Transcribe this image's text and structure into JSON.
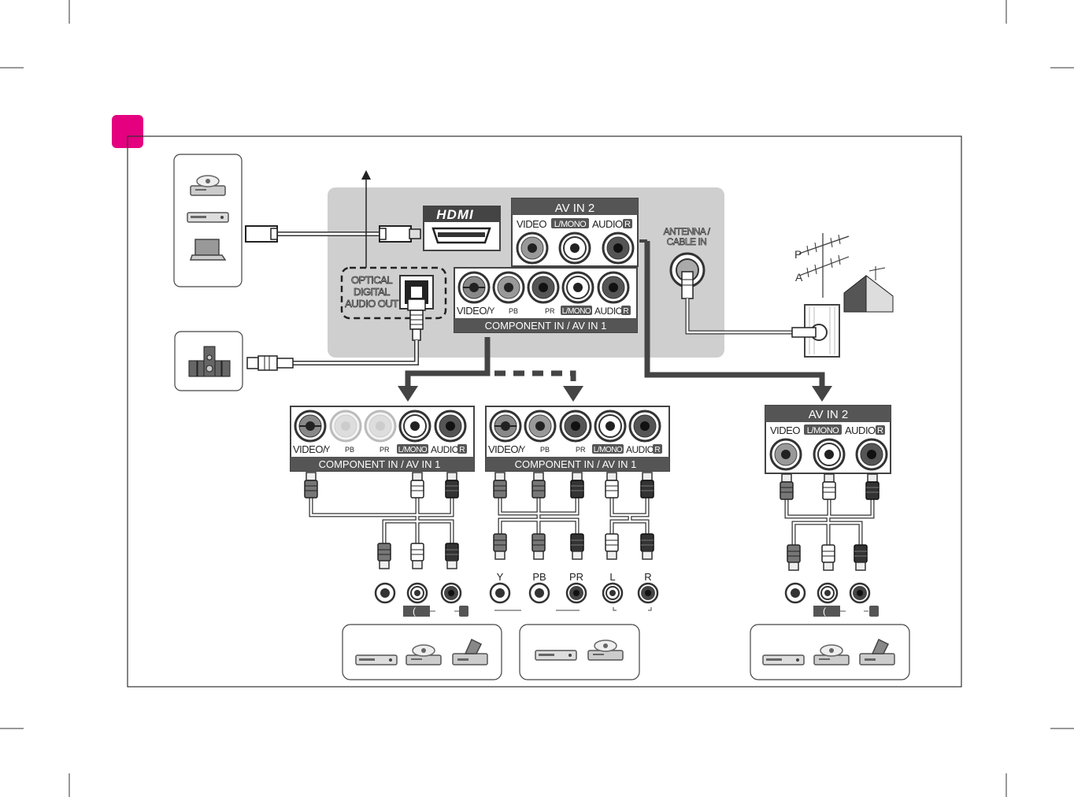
{
  "tv_panel": {
    "hdmi_logo": "HDMI",
    "av_in2_title": "AV IN 2",
    "av_in2_video": "VIDEO",
    "av_in2_lmono": "L/MONO",
    "av_in2_audio": "AUDIO",
    "av_in2_r": "R",
    "antenna_line1": "ANTENNA /",
    "antenna_line2": "CABLE IN",
    "optical_line1": "OPTICAL",
    "optical_line2": "DIGITAL",
    "optical_line3": "AUDIO OUT",
    "comp_video": "VIDEO/",
    "comp_y": "Y",
    "comp_pb": "PB",
    "comp_pr": "PR",
    "comp_lmono": "L/MONO",
    "comp_audio": "AUDIO",
    "comp_r": "R",
    "comp_title": "COMPONENT IN / AV IN 1"
  },
  "panel_left": {
    "video": "VIDEO/",
    "y": "Y",
    "pb": "PB",
    "pr": "PR",
    "lmono": "L/MONO",
    "audio": "AUDIO",
    "r": "R",
    "title": "COMPONENT IN / AV IN 1"
  },
  "panel_mid": {
    "video": "VIDEO/",
    "y": "Y",
    "pb": "PB",
    "pr": "PR",
    "lmono": "L/MONO",
    "audio": "AUDIO",
    "r": "R",
    "title": "COMPONENT IN / AV IN 1"
  },
  "panel_right": {
    "title": "AV IN 2",
    "video": "VIDEO",
    "lmono": "L/MONO",
    "audio": "AUDIO",
    "r": "R"
  },
  "mid_jacks": {
    "y": "Y",
    "pb": "PB",
    "pr": "PR",
    "l": "L",
    "r": "R"
  },
  "left_jacks": {
    "bracket": "("
  },
  "right_jacks": {
    "bracket": "("
  },
  "antenna_labels": {
    "p": "P",
    "a": "A"
  }
}
